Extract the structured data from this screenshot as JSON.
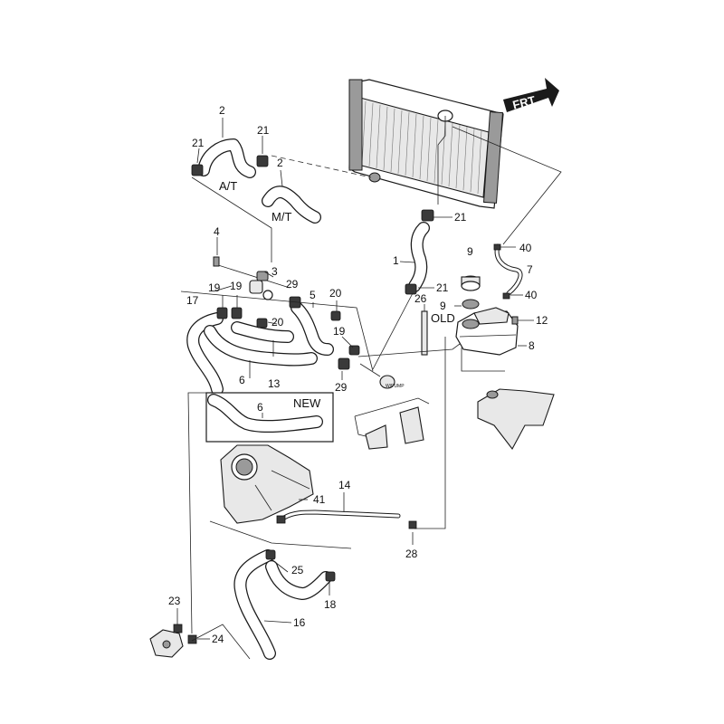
{
  "diagram": {
    "direction_arrow": "FRT",
    "variant_labels": {
      "automatic": "A/T",
      "manual": "M/T",
      "old": "OLD",
      "new": "NEW",
      "water_pump": "W/PUMP"
    },
    "callouts": {
      "c1": "1",
      "c2_at": "2",
      "c2_mt": "2",
      "c3": "3",
      "c4": "4",
      "c5": "5",
      "c6": "6",
      "c6_new": "6",
      "c7": "7",
      "c8": "8",
      "c9_top": "9",
      "c9_bottom": "9",
      "c12": "12",
      "c13": "13",
      "c14": "14",
      "c16": "16",
      "c17": "17",
      "c18": "18",
      "c19_left": "19",
      "c19_mid": "19",
      "c19_right": "19",
      "c20_top": "20",
      "c20_mid": "20",
      "c21_topleft": "21",
      "c21_topright": "21",
      "c21_radiator": "21",
      "c21_hose1": "21",
      "c23": "23",
      "c24": "24",
      "c25": "25",
      "c26": "26",
      "c28": "28",
      "c29_top": "29",
      "c29_bottom": "29",
      "c40_top": "40",
      "c40_bottom": "40",
      "c41": "41"
    }
  }
}
